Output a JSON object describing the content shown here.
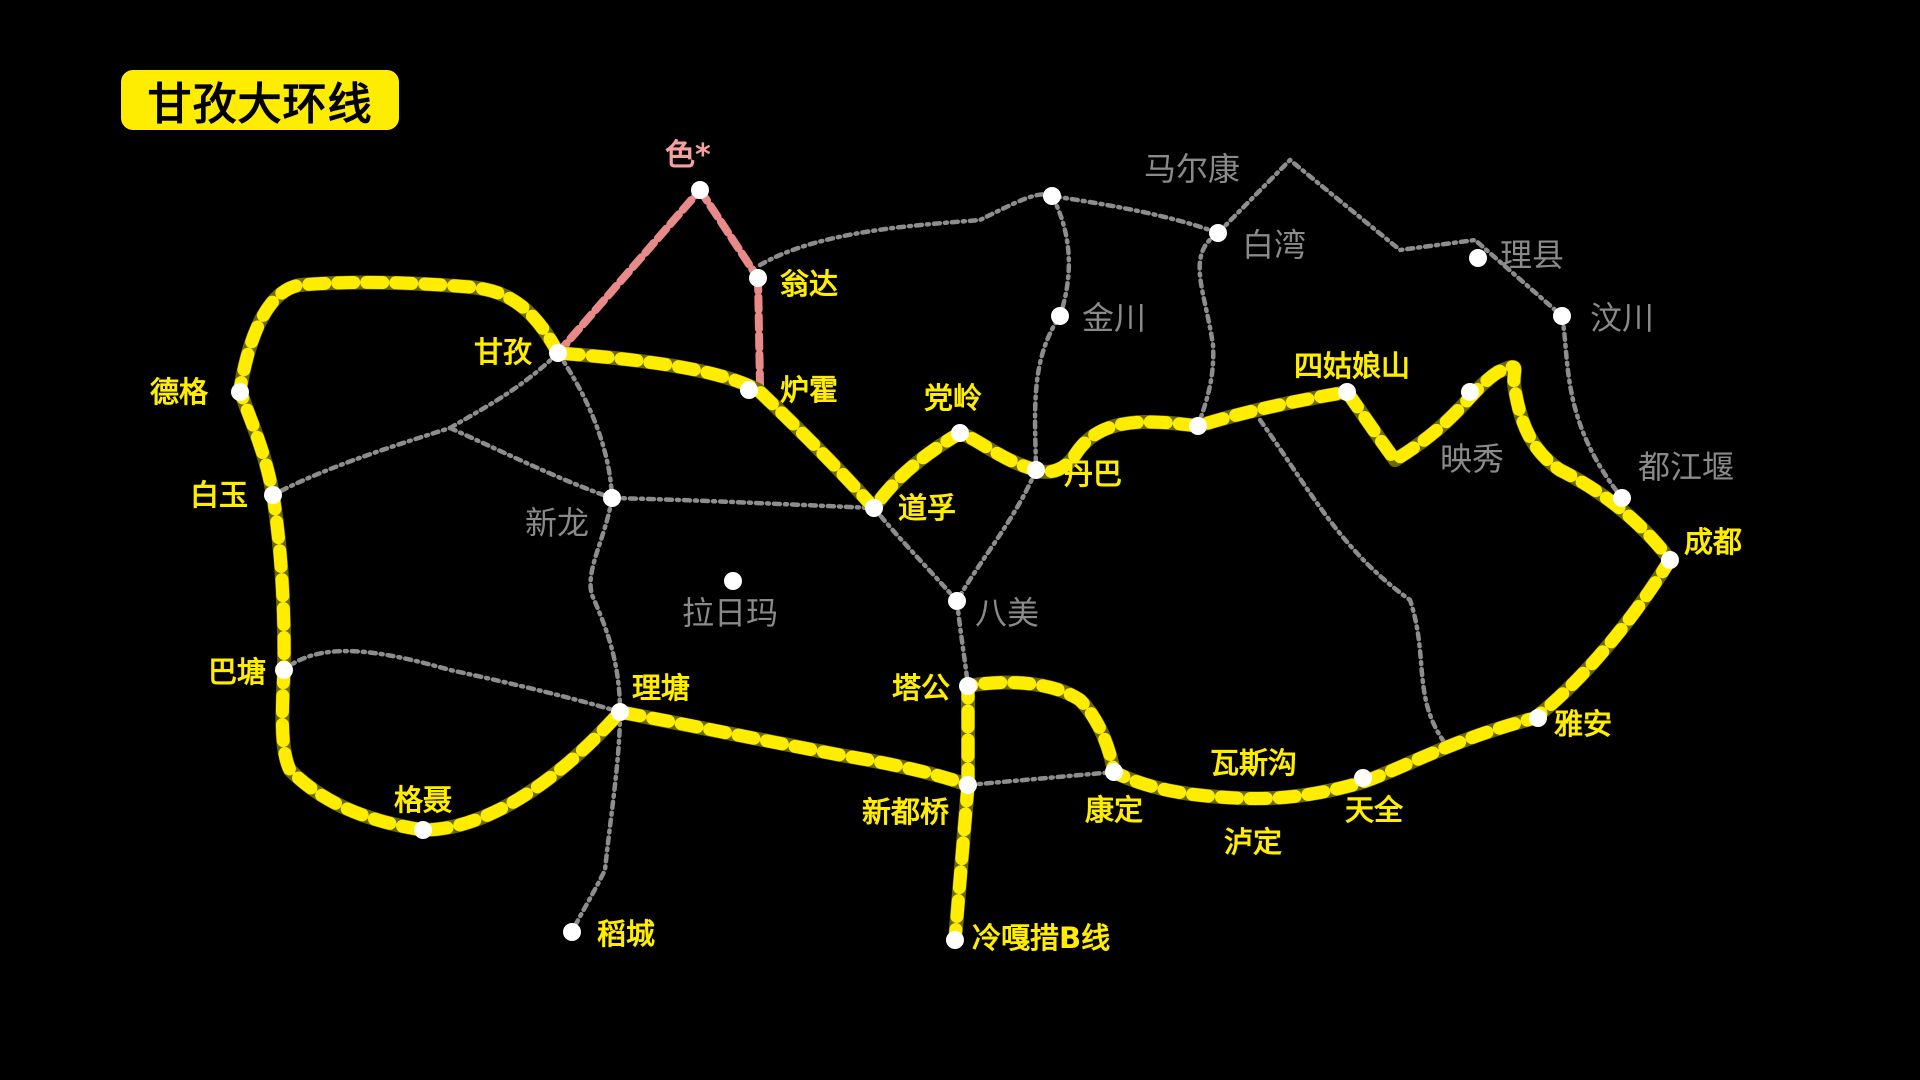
{
  "title": "甘孜大环线",
  "map": {
    "route_color": "#ffed00",
    "side_route_color": "#e88a8a",
    "other_road_color": "#8d8d8d",
    "background": "#000000"
  },
  "stations": {
    "se": {
      "label": "色*",
      "style": "pink"
    },
    "wengda": {
      "label": "翁达",
      "style": "yellow"
    },
    "ganzi": {
      "label": "甘孜",
      "style": "yellow"
    },
    "luhuo": {
      "label": "炉霍",
      "style": "yellow"
    },
    "dege": {
      "label": "德格",
      "style": "yellow"
    },
    "baiyu": {
      "label": "白玉",
      "style": "yellow"
    },
    "batang": {
      "label": "巴塘",
      "style": "yellow"
    },
    "geni": {
      "label": "格聂",
      "style": "yellow"
    },
    "litang": {
      "label": "理塘",
      "style": "yellow"
    },
    "daocheng": {
      "label": "稻城",
      "style": "yellow"
    },
    "xinlong": {
      "label": "新龙",
      "style": "gray"
    },
    "lariama": {
      "label": "拉日玛",
      "style": "gray"
    },
    "daofu": {
      "label": "道孚",
      "style": "yellow"
    },
    "dangling": {
      "label": "党岭",
      "style": "yellow"
    },
    "danba": {
      "label": "丹巴",
      "style": "yellow"
    },
    "bamei": {
      "label": "八美",
      "style": "gray"
    },
    "tagong": {
      "label": "塔公",
      "style": "yellow"
    },
    "xinduqiao": {
      "label": "新都桥",
      "style": "yellow"
    },
    "lengga": {
      "label": "冷嘎措B线",
      "style": "yellow"
    },
    "kangding": {
      "label": "康定",
      "style": "yellow"
    },
    "wasigou": {
      "label": "瓦斯沟",
      "style": "yellow"
    },
    "luding": {
      "label": "泸定",
      "style": "yellow"
    },
    "tianquan": {
      "label": "天全",
      "style": "yellow"
    },
    "yaan": {
      "label": "雅安",
      "style": "yellow"
    },
    "chengdu": {
      "label": "成都",
      "style": "yellow"
    },
    "dujiangyan": {
      "label": "都江堰",
      "style": "gray"
    },
    "wenchuan": {
      "label": "汶川",
      "style": "gray"
    },
    "lixian": {
      "label": "理县",
      "style": "gray"
    },
    "maerkang": {
      "label": "马尔康",
      "style": "gray"
    },
    "baiwan": {
      "label": "白湾",
      "style": "gray"
    },
    "jinchuan": {
      "label": "金川",
      "style": "gray"
    },
    "yingxiu": {
      "label": "映秀",
      "style": "gray"
    },
    "siguniang": {
      "label": "四姑娘山",
      "style": "yellow"
    }
  }
}
